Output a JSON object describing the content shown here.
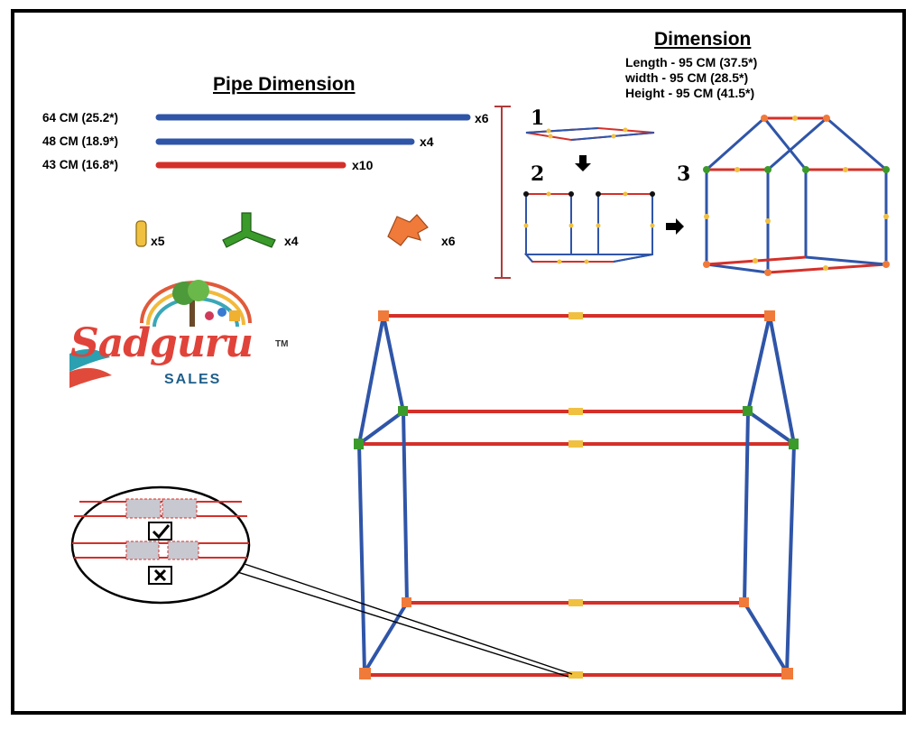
{
  "pipe_dimension": {
    "title": "Pipe Dimension",
    "pipes": [
      {
        "label": "64 CM (25.2*)",
        "qty": "x6",
        "color": "#2f55a8"
      },
      {
        "label": "48 CM (18.9*)",
        "qty": "x4",
        "color": "#2f55a8"
      },
      {
        "label": "43 CM (16.8*)",
        "qty": "x10",
        "color": "#d4302a"
      }
    ],
    "connectors": [
      {
        "icon": "straight-connector-icon",
        "qty": "x5",
        "color": "#f0c040"
      },
      {
        "icon": "three-way-connector-icon",
        "qty": "x4",
        "color": "#3a9a2a"
      },
      {
        "icon": "corner-connector-icon",
        "qty": "x6",
        "color": "#f07a3a"
      }
    ]
  },
  "dimension": {
    "title": "Dimension",
    "lines": [
      "Length - 95 CM (37.5*)",
      "width - 95 CM (28.5*)",
      "Height - 95 CM (41.5*)"
    ]
  },
  "steps": [
    "1",
    "2",
    "3"
  ],
  "logo": {
    "name": "Sadguru",
    "tagline": "SALES",
    "tm": "TM"
  },
  "colors": {
    "blue_pipe": "#2f55a8",
    "red_pipe": "#d4302a",
    "yellow_joint": "#f0c040",
    "green_joint": "#3a9a2a",
    "orange_joint": "#f07a3a"
  }
}
